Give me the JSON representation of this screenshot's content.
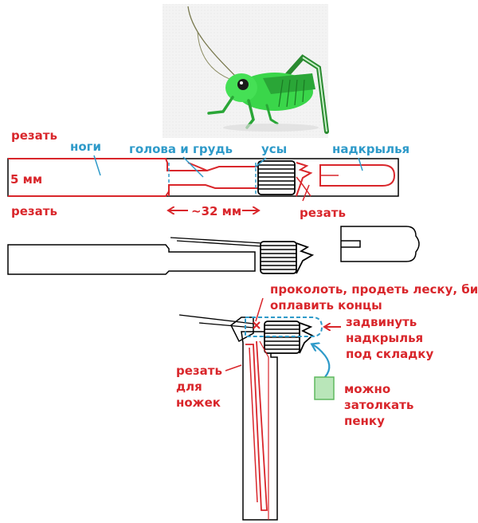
{
  "labels": {
    "cut_top": "резать",
    "width": "5 мм",
    "cut_bottom": "резать",
    "legs": "ноги",
    "head_chest": "голова и грудь",
    "antennae": "усы",
    "wings": "надкрылья",
    "length": "~32 мм",
    "cut_right": "резать",
    "pierce_1": "проколоть, продеть леску, бисер,",
    "pierce_2": "оплавить концы",
    "slide_1": "задвинуть",
    "slide_2": "надкрылья",
    "slide_3": "под складку",
    "legs_cut_1": "резать",
    "legs_cut_2": "для",
    "legs_cut_3": "ножек",
    "foam_1": "можно",
    "foam_2": "затолкать",
    "foam_3": "пенку"
  },
  "colors": {
    "red": "#d9262b",
    "blue": "#2e9ac9",
    "black": "#000000",
    "foam_fill": "#b9e6b9",
    "foam_stroke": "#5fb85f",
    "grasshopper": "#3ad64a"
  },
  "icons": {
    "photo": "grasshopper-photo",
    "cross_mark": "x-mark-icon"
  }
}
